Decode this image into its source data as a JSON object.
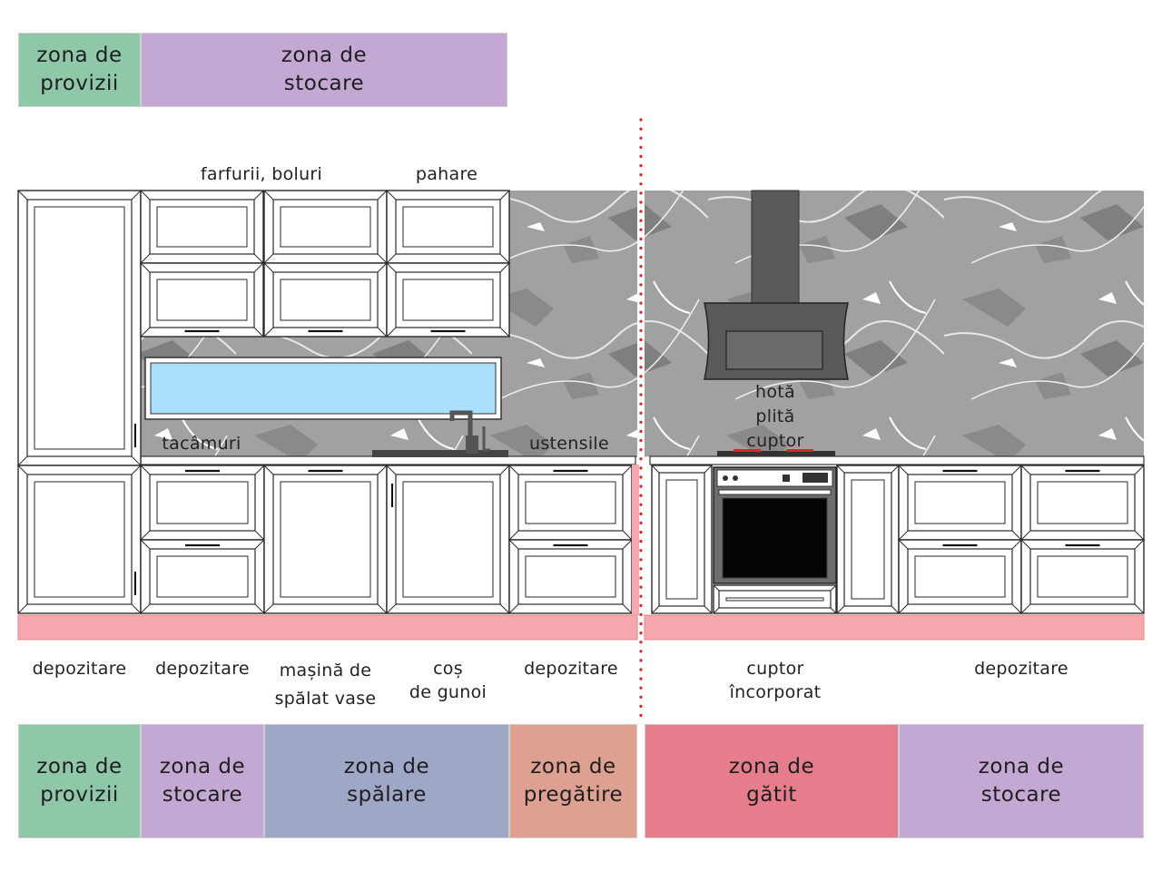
{
  "colors": {
    "provizii": "#8fc7a9",
    "stocare": "#c3a8d4",
    "spalare": "#9ea7c6",
    "pregatire": "#dea090",
    "gatit": "#e57d8c",
    "plinth": "#f7a8ae",
    "sink": "#a9dffa",
    "divider": "#d8262e",
    "marble": "#a1a1a1",
    "hood": "#595959"
  },
  "top_zones": [
    {
      "text": "zona de\nprovizii",
      "color": "provizii"
    },
    {
      "text": "zona de\nstocare",
      "color": "stocare"
    }
  ],
  "cabinet_labels": {
    "farfurii": "farfurii, boluri",
    "pahare": "pahare",
    "tacamuri": "tacâmuri",
    "ustensile": "ustensile",
    "hota": "hotă",
    "plita": "plită",
    "cuptor": "cuptor"
  },
  "bottom_labels": [
    {
      "text": "depozitare"
    },
    {
      "text": "depozitare"
    },
    {
      "text": "mașină de\nspălat vase"
    },
    {
      "text": "coș\nde gunoi"
    },
    {
      "text": "depozitare"
    },
    {
      "text": "cuptor\nîncorporat"
    },
    {
      "text": "depozitare"
    }
  ],
  "bottom_zones": [
    {
      "text": "zona de\nprovizii",
      "color": "provizii"
    },
    {
      "text": "zona de\nstocare",
      "color": "stocare"
    },
    {
      "text": "zona de\nspălare",
      "color": "spalare"
    },
    {
      "text": "zona de\npregătire",
      "color": "pregatire"
    },
    {
      "text": "zona de\ngătit",
      "color": "gatit"
    },
    {
      "text": "zona de\nstocare",
      "color": "stocare"
    }
  ]
}
